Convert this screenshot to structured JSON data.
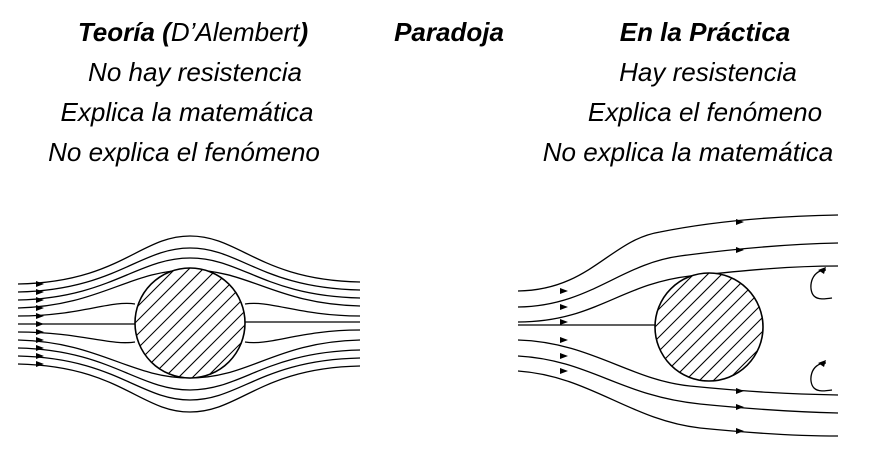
{
  "left": {
    "heading_bold_1": "Teoría (",
    "heading_normal": "D’Alembert",
    "heading_bold_2": ")",
    "lines": [
      "No hay resistencia",
      "Explica la matemática",
      "No explica el fenómeno"
    ]
  },
  "middle": {
    "heading": "Paradoja"
  },
  "right": {
    "heading": "En la Práctica",
    "lines": [
      "Hay resistencia",
      "Explica el fenómeno",
      "No explica la matemática"
    ]
  }
}
